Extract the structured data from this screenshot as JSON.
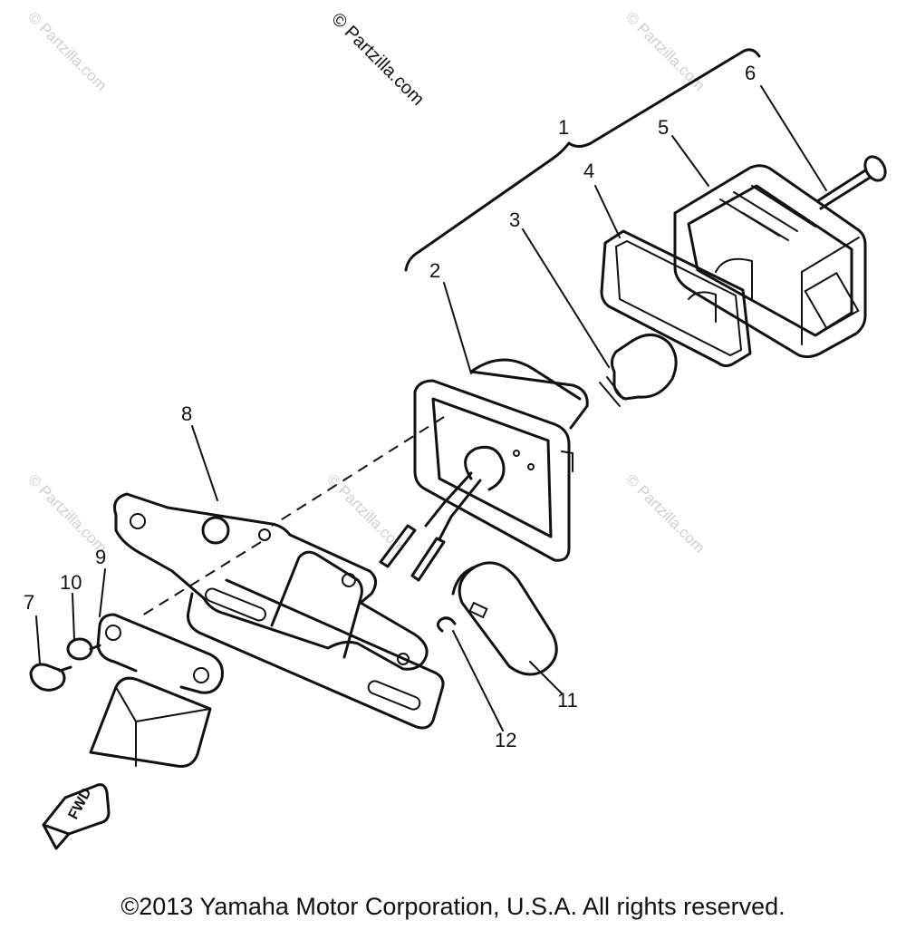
{
  "watermark": {
    "main": "© Partzilla.com",
    "faint": "© Partzilla.com"
  },
  "callouts": [
    "1",
    "2",
    "3",
    "4",
    "5",
    "6",
    "7",
    "8",
    "9",
    "10",
    "11",
    "12"
  ],
  "fwd_label": "FWD",
  "copyright": "©2013 Yamaha Motor Corporation, U.S.A. All rights reserved."
}
